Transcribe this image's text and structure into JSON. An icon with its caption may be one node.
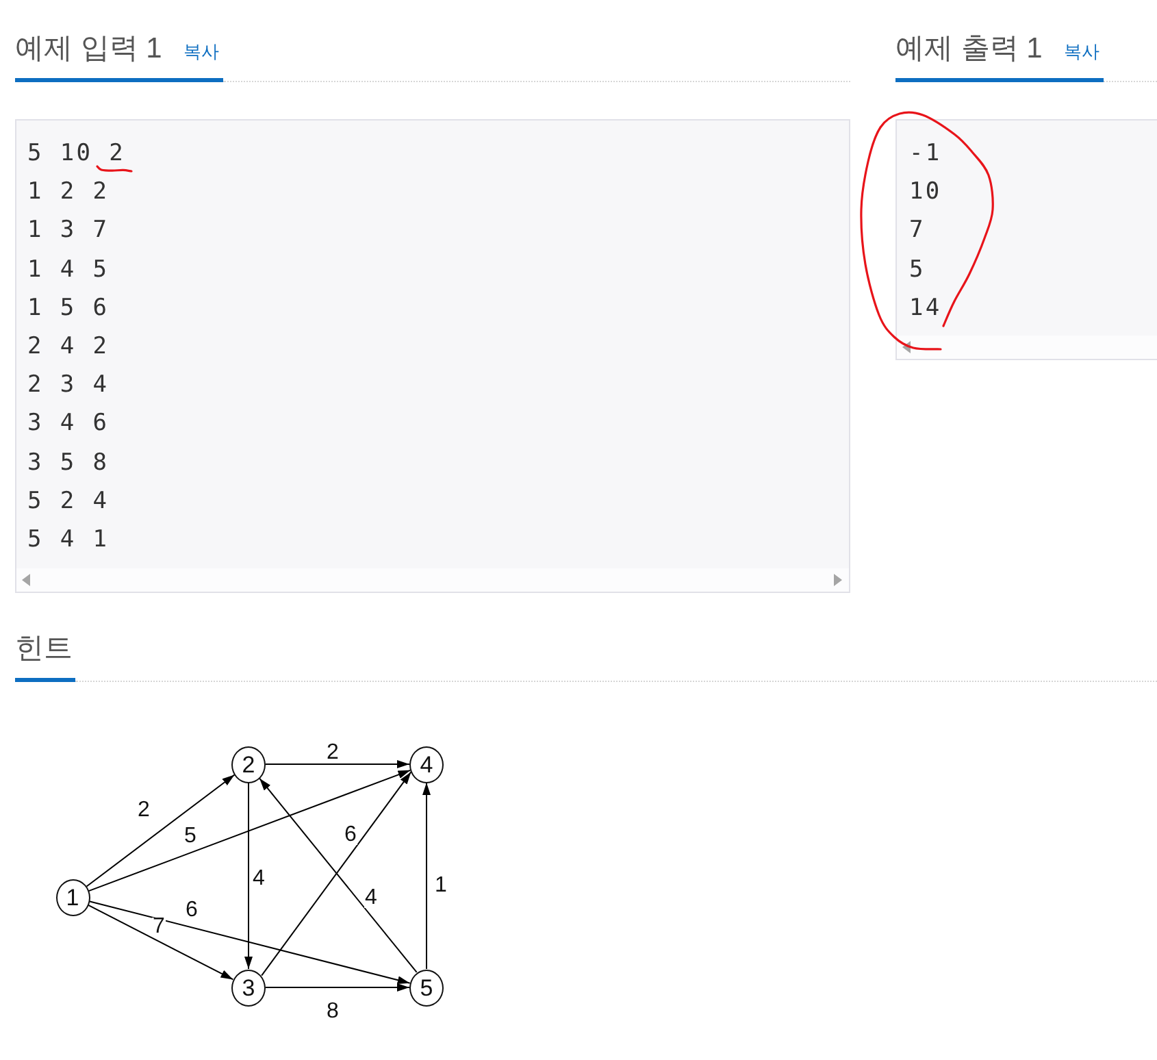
{
  "diagram": {
    "nodes": [
      {
        "text": [
          "5 10 2",
          "1 2 2",
          "1 3 7",
          "1 4 5",
          "1 5 6",
          "2 4 2",
          "2 3 4",
          "3 4 6",
          "3 5 8",
          "5 2 4",
          "5 4 1"
        ]
      },
      {
        "text": [
          "-1",
          "10",
          "7",
          "5",
          "14"
        ]
      },
      {
        "text": [
          "1"
        ]
      },
      {
        "text": [
          "2"
        ]
      },
      {
        "text": [
          "3"
        ]
      },
      {
        "text": [
          "4"
        ]
      },
      {
        "text": [
          "5"
        ]
      }
    ],
    "edges": [
      {
        "from": 2,
        "to": 3,
        "arrow": "to",
        "label": "2"
      },
      {
        "from": 2,
        "to": 5,
        "arrow": "to",
        "label": "5"
      },
      {
        "from": 2,
        "to": 6,
        "arrow": "to",
        "label": "6"
      },
      {
        "from": 2,
        "to": 4,
        "arrow": "to",
        "label": "7"
      },
      {
        "from": 3,
        "to": 5,
        "arrow": "to",
        "label": "2"
      },
      {
        "from": 3,
        "to": 4,
        "arrow": "to",
        "label": "4"
      },
      {
        "from": 4,
        "to": 5,
        "arrow": "to",
        "label": "6"
      },
      {
        "from": 4,
        "to": 6,
        "arrow": "to",
        "label": "8"
      },
      {
        "from": 6,
        "to": 3,
        "arrow": "to",
        "label": "4"
      },
      {
        "from": 6,
        "to": 5,
        "arrow": "to",
        "label": "1"
      }
    ],
    "labels": [
      "예제 입력 1",
      "복사",
      "예제 출력 1",
      "복사",
      "힌트"
    ]
  }
}
